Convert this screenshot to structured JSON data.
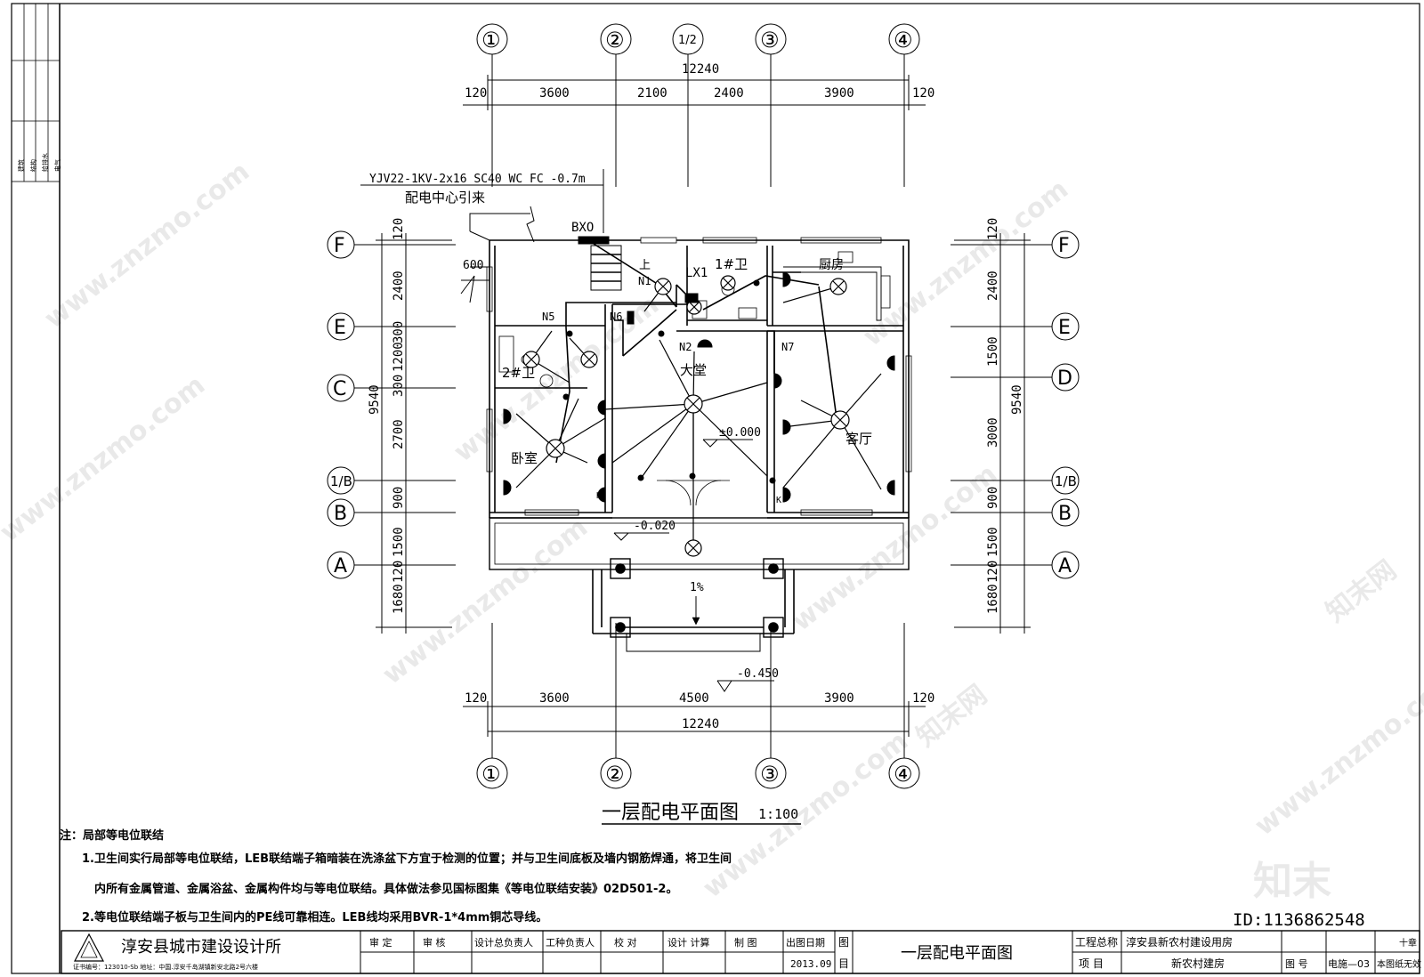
{
  "side_bar": [
    "建筑",
    "结构",
    "给排水",
    "电气"
  ],
  "grid_axes_top": [
    "①",
    "②",
    "1/2",
    "③",
    "④"
  ],
  "grid_axes_bottom": [
    "①",
    "②",
    "③",
    "④"
  ],
  "grid_axes_left": [
    "F",
    "E",
    "C",
    "1/B",
    "B",
    "A"
  ],
  "grid_axes_right": [
    "F",
    "E",
    "D",
    "1/B",
    "B",
    "A"
  ],
  "dims_top": {
    "total": "12240",
    "seg": [
      "120",
      "3600",
      "2100",
      "2400",
      "3900",
      "120"
    ]
  },
  "dims_bottom": {
    "total": "12240",
    "seg": [
      "120",
      "3600",
      "4500",
      "3900",
      "120"
    ]
  },
  "dims_left": {
    "total": "9540",
    "seg": [
      "120",
      "2400",
      "300",
      "1200",
      "300",
      "2700",
      "900",
      "1500",
      "120",
      "1680"
    ]
  },
  "dims_right": {
    "total": "9540",
    "seg": [
      "120",
      "2400",
      "1500",
      "3000",
      "900",
      "1500",
      "120",
      "1680"
    ]
  },
  "cable": {
    "spec": "YJV22-1KV-2x16 SC40  WC FC -0.7m",
    "from": "配电中心引来"
  },
  "labels": {
    "bxo": "BXO",
    "lx1": "LX1",
    "n1": "N1",
    "n2": "N2",
    "n5": "N5",
    "n6": "N6",
    "n7": "N7",
    "up": "上",
    "bath1": "1#卫",
    "bath2": "2#卫",
    "kitchen": "厨房",
    "hall": "大堂",
    "bedroom": "卧室",
    "living": "客厅",
    "dim600": "600",
    "slope": "1%",
    "k": "K"
  },
  "levels": [
    "±0.000",
    "-0.020",
    "-0.450"
  ],
  "drawing_title": "一层配电平面图",
  "scale": "1:100",
  "notes": {
    "heading": "注：局部等电位联结",
    "line1": "1.卫生间实行局部等电位联结，LEB联结端子箱暗装在洗涤盆下方宜于检测的位置；并与卫生间底板及墙内钢筋焊通，将卫生间",
    "line2": "内所有金属管道、金属浴盆、金属构件均与等电位联结。具体做法参见国标图集《等电位联结安装》02D501-2。",
    "line3": "2.等电位联结端子板与卫生间内的PE线可靠相连。LEB线均采用BVR-1*4mm铜芯导线。"
  },
  "title_block": {
    "company": "淳安县城市建设设计所",
    "cert": "证书编号：123010-Sb   地址：中国.淳安千岛湖镇新安北路2号六楼",
    "roles": [
      "审  定",
      "审  核",
      "设计总负责人",
      "工种负责人",
      "校  对",
      "设计 计算",
      "制  图"
    ],
    "date_label": "出图日期",
    "date": "2013.09",
    "tu": "图",
    "mu": "目",
    "sheet_title": "一层配电平面图",
    "proj_label": "工程总称",
    "proj_name": "淳安县新农村建设用房",
    "item_label": "项  目",
    "item_name": "新农村建房",
    "no_label": "图  号",
    "no": "电施—03",
    "stamp": "本图纸无效",
    "stamp_top": "十章",
    "id": "ID:1136862548"
  },
  "watermark": {
    "site": "www.znzmo.com",
    "brand": "知末网",
    "logo": "知末"
  }
}
